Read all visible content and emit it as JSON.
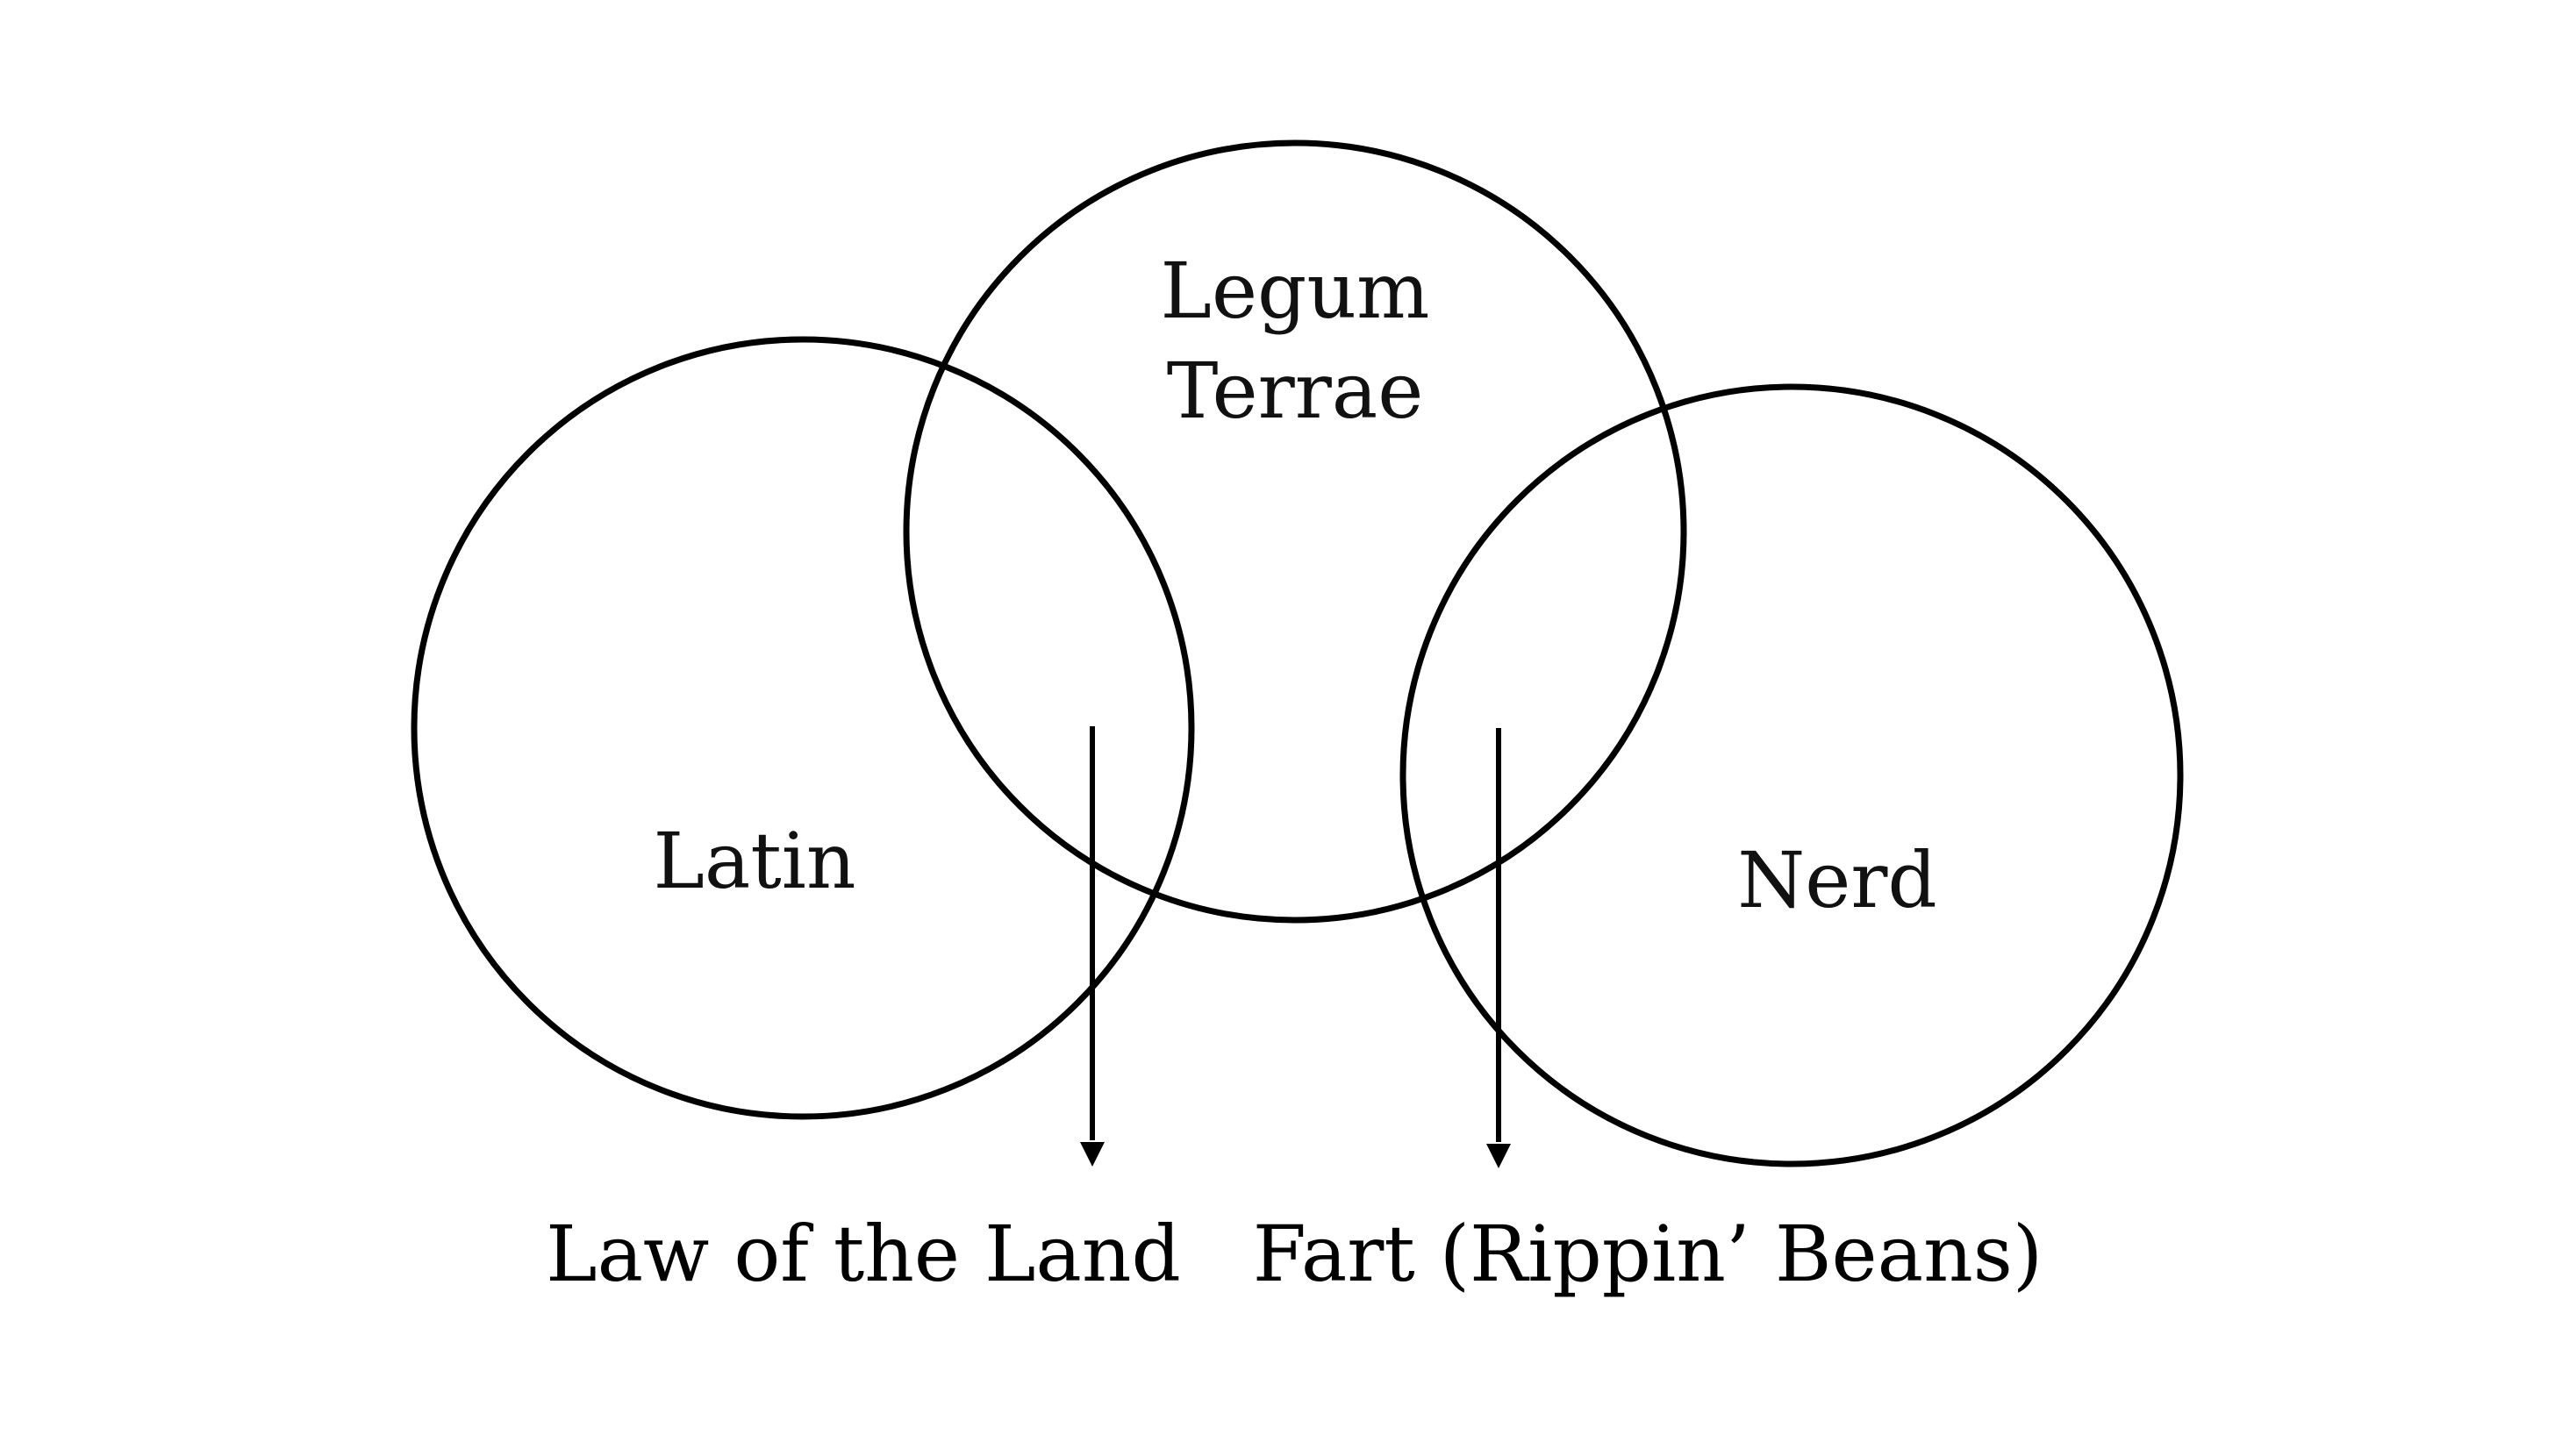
{
  "diagram": {
    "type": "venn",
    "stroke_color": "#000000",
    "background_color": "#ffffff",
    "sets": {
      "latin": {
        "label": "Latin"
      },
      "legum_terrae": {
        "label_line1": "Legum",
        "label_line2": "Terrae"
      },
      "nerd": {
        "label": "Nerd"
      }
    },
    "results": {
      "latin_legum": {
        "label": "Law of the Land"
      },
      "legum_nerd": {
        "label": "Fart (Rippin’ Beans)"
      }
    }
  }
}
